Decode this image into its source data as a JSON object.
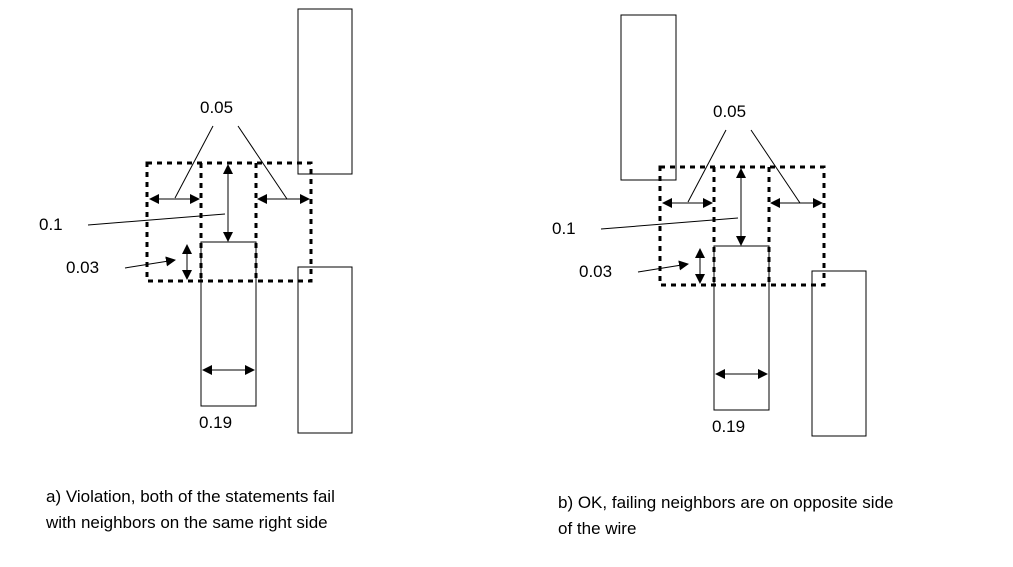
{
  "panel_a": {
    "label_spacing": "0.05",
    "label_height": "0.1",
    "label_offset": "0.03",
    "label_width": "0.19",
    "caption_line1": "a) Violation, both of the statements fail",
    "caption_line2": "with neighbors on the same right side"
  },
  "panel_b": {
    "label_spacing": "0.05",
    "label_height": "0.1",
    "label_offset": "0.03",
    "label_width": "0.19",
    "caption_line1": "b) OK, failing neighbors are on opposite side",
    "caption_line2": "of the wire"
  }
}
